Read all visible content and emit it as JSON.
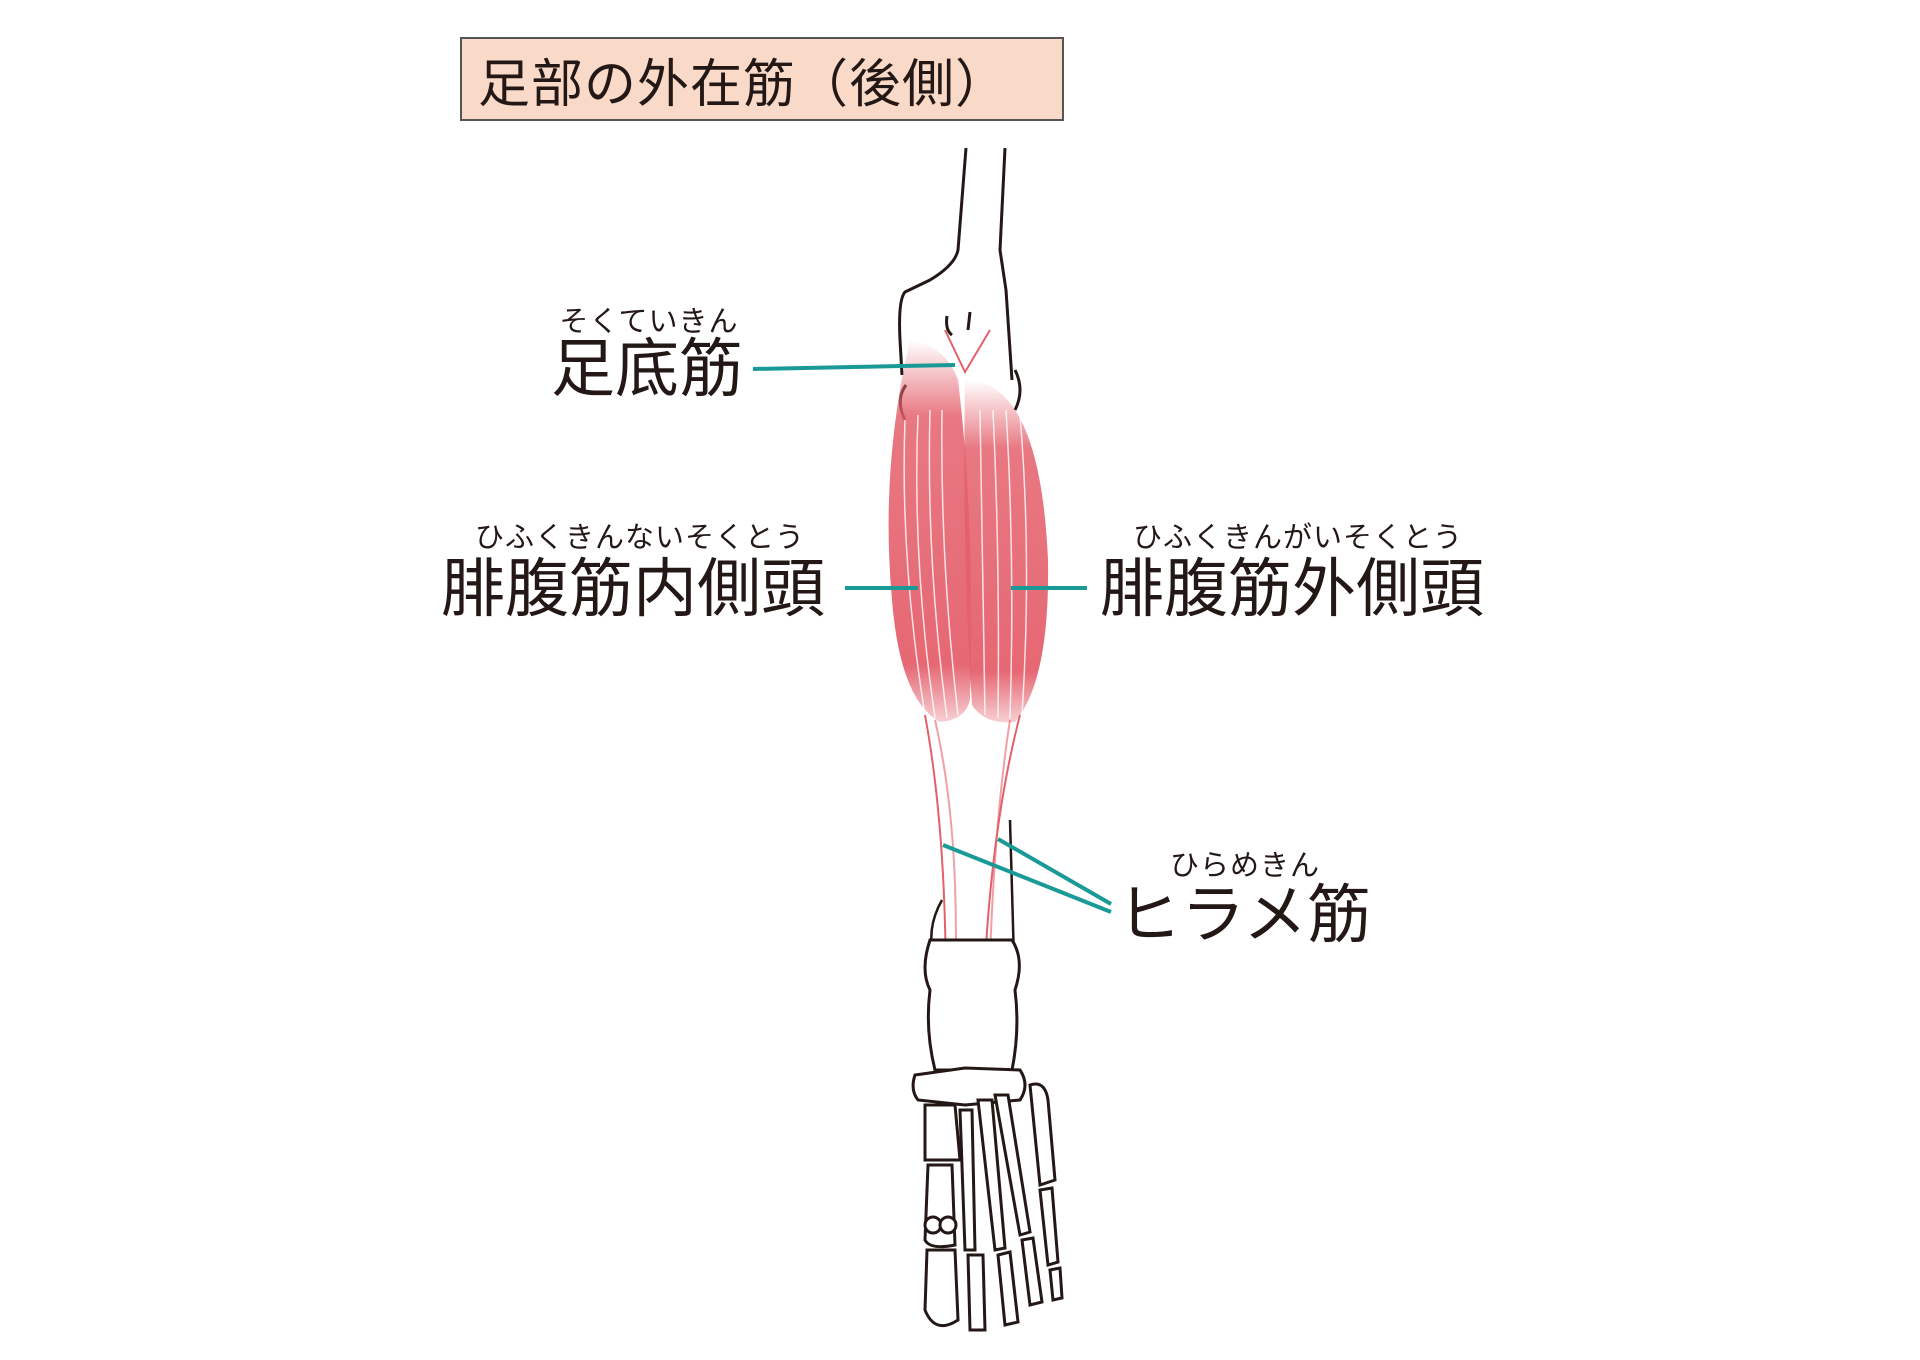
{
  "title": "足部の外在筋（後側）",
  "labels": {
    "plantaris": {
      "ruby": "そくていきん",
      "name": "足底筋"
    },
    "medial_head": {
      "ruby": "ひふくきんないそくとう",
      "name": "腓腹筋内側頭"
    },
    "lateral_head": {
      "ruby": "ひふくきんがいそくとう",
      "name": "腓腹筋外側頭"
    },
    "soleus": {
      "ruby": "ひらめきん",
      "name": "ヒラメ筋"
    }
  },
  "colors": {
    "title_bg": "#f9d9c8",
    "muscle": "#e4606c",
    "leader": "#1a9a96",
    "bone": "#231815"
  }
}
